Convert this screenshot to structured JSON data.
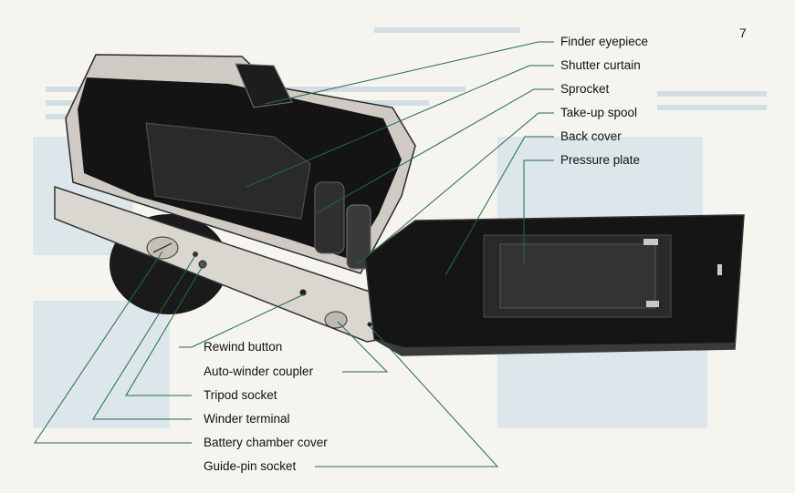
{
  "page_number": "7",
  "right_labels": [
    "Finder eyepiece",
    "Shutter curtain",
    "Sprocket",
    "Take-up spool",
    "Back cover",
    "Pressure plate"
  ],
  "bottom_labels": [
    "Rewind button",
    "Auto-winder coupler",
    "Tripod socket",
    "Winder terminal",
    "Battery chamber cover",
    "Guide-pin socket"
  ],
  "colors": {
    "leader_line": "#1f6b4a",
    "camera_body": "#161616",
    "camera_plate": "#d9d6d0",
    "bleed_through": "#c9dde7"
  }
}
